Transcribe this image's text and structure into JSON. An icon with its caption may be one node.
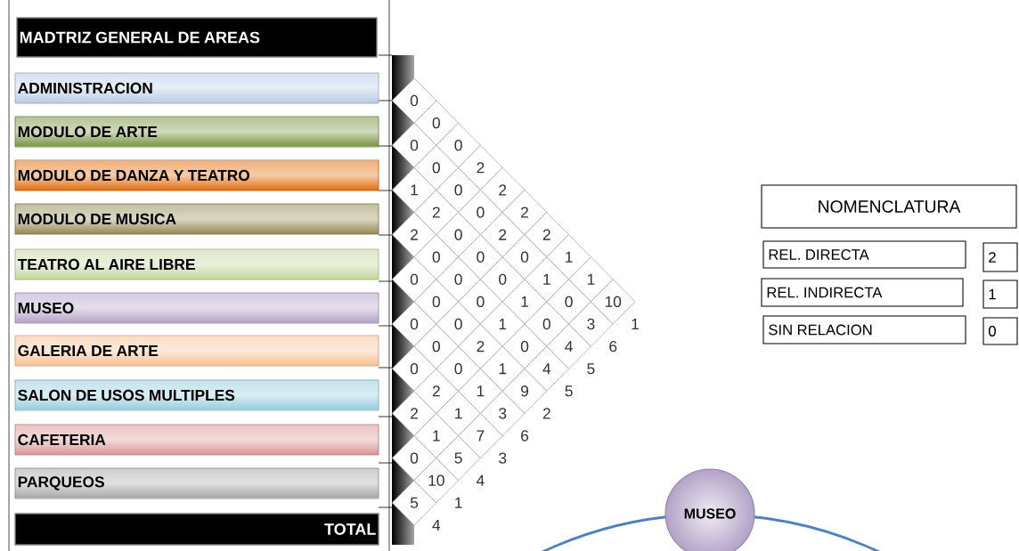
{
  "diagram": {
    "nodes": [
      {
        "text": [
          "MADTRIZ GENERAL DE AREAS"
        ]
      },
      {
        "text": [
          "ADMINISTRACION"
        ]
      },
      {
        "text": [
          "MODULO DE ARTE"
        ]
      },
      {
        "text": [
          "MODULO DE DANZA Y TEATRO"
        ]
      },
      {
        "text": [
          "MODULO DE MUSICA"
        ]
      },
      {
        "text": [
          "TEATRO AL AIRE LIBRE"
        ]
      },
      {
        "text": [
          "MUSEO"
        ]
      },
      {
        "text": [
          "GALERIA DE ARTE"
        ]
      },
      {
        "text": [
          "SALON DE USOS MULTIPLES"
        ]
      },
      {
        "text": [
          "CAFETERIA"
        ]
      },
      {
        "text": [
          "PARQUEOS"
        ]
      },
      {
        "text": [
          "TOTAL"
        ]
      },
      {
        "text": [
          "NOMENCLATURA"
        ]
      },
      {
        "text": [
          "REL. DIRECTA"
        ]
      },
      {
        "text": [
          "REL. INDIRECTA"
        ]
      },
      {
        "text": [
          "SIN RELACION"
        ]
      },
      {
        "text": [
          "2"
        ]
      },
      {
        "text": [
          "1"
        ]
      },
      {
        "text": [
          "0"
        ]
      },
      {
        "text": [
          "MUSEO"
        ]
      }
    ],
    "labels": [
      "0",
      "0",
      "0",
      "0",
      "2",
      "0",
      "0",
      "2",
      "1",
      "0",
      "2",
      "2",
      "0",
      "2",
      "2",
      "2",
      "0",
      "1",
      "0",
      "0",
      "1",
      "1",
      "0",
      "0",
      "0",
      "10",
      "1",
      "0",
      "0",
      "0",
      "0",
      "0",
      "3",
      "0",
      "1",
      "1",
      "0",
      "0",
      "4",
      "6",
      "2",
      "1",
      "0",
      "0",
      "4",
      "5",
      "5",
      "2",
      "1",
      "9",
      "1",
      "3",
      "2",
      "2",
      "6",
      "1",
      "7",
      "3",
      "5",
      "0",
      "10",
      "4",
      "1",
      "5",
      "4"
    ]
  }
}
